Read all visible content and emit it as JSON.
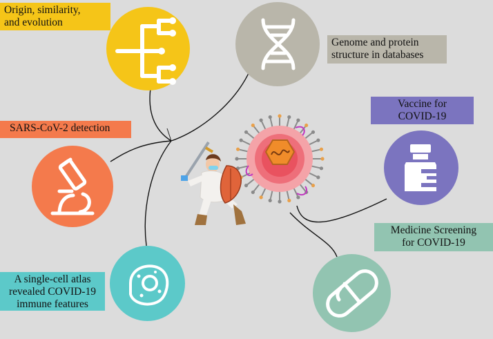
{
  "labels": {
    "origin": "Origin, similarity,\nand evolution",
    "genome": "Genome and protein\nstructure in databases",
    "detection": "SARS-CoV-2 detection",
    "vaccine": "Vaccine for\nCOVID-19",
    "medicine": "Medicine Screening\nfor COVID-19",
    "atlas": "A single-cell atlas\nrevealed COVID-19\nimmune features"
  },
  "colors": {
    "background": "#dcdcdc",
    "origin": "#f5c518",
    "genome": "#b9b6aa",
    "detection": "#f47a4c",
    "vaccine": "#7b74bf",
    "medicine": "#92c4b1",
    "atlas": "#5cc9c9"
  },
  "icons": {
    "origin": "phylogenetic-tree-icon",
    "genome": "dna-helix-icon",
    "detection": "microscope-icon",
    "vaccine": "vaccine-vial-icon",
    "medicine": "pill-capsule-icon",
    "atlas": "cell-icon"
  }
}
